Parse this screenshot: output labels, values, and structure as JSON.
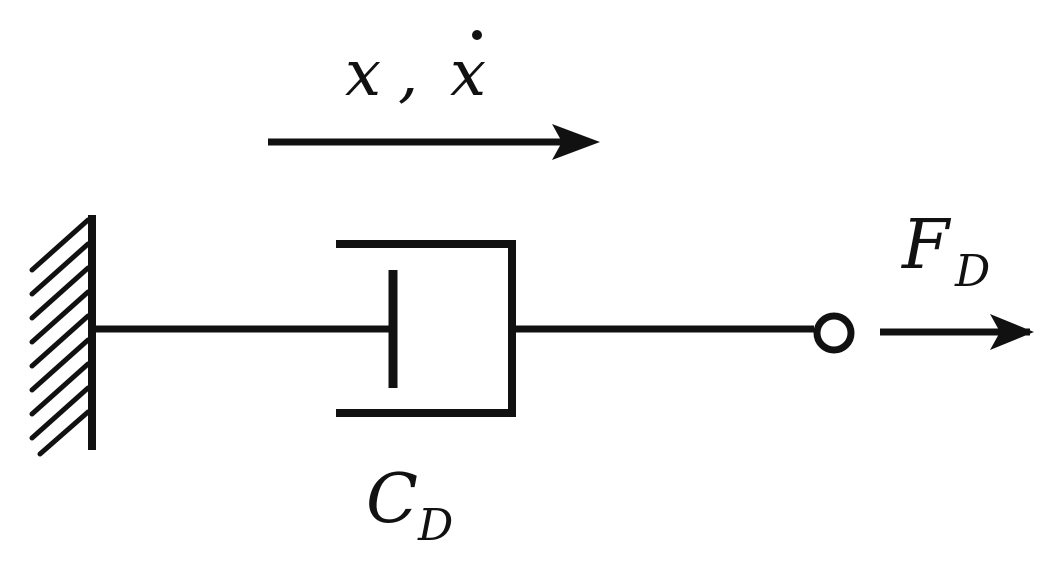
{
  "labels": {
    "motion_x": "x",
    "motion_sep": ",",
    "motion_xdot": "x",
    "force_main": "F",
    "force_sub": "D",
    "damper_main": "C",
    "damper_sub": "D"
  },
  "colors": {
    "stroke": "#111111",
    "background": "#ffffff"
  }
}
